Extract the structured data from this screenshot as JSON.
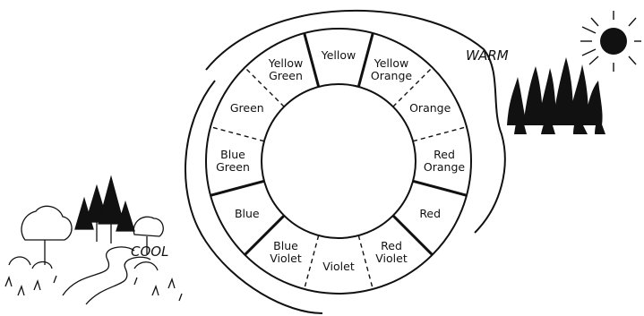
{
  "diagram": {
    "segments": [
      {
        "lines": [
          "Yellow"
        ],
        "boundary_after": "solid"
      },
      {
        "lines": [
          "Yellow",
          "Orange"
        ],
        "boundary_after": "dashed"
      },
      {
        "lines": [
          "Orange"
        ],
        "boundary_after": "dashed"
      },
      {
        "lines": [
          "Red",
          "Orange"
        ],
        "boundary_after": "solid"
      },
      {
        "lines": [
          "Red"
        ],
        "boundary_after": "solid"
      },
      {
        "lines": [
          "Red",
          "Violet"
        ],
        "boundary_after": "dashed"
      },
      {
        "lines": [
          "Violet"
        ],
        "boundary_after": "dashed"
      },
      {
        "lines": [
          "Blue",
          "Violet"
        ],
        "boundary_after": "solid"
      },
      {
        "lines": [
          "Blue"
        ],
        "boundary_after": "solid"
      },
      {
        "lines": [
          "Blue",
          "Green"
        ],
        "boundary_after": "dashed"
      },
      {
        "lines": [
          "Green"
        ],
        "boundary_after": "dashed"
      },
      {
        "lines": [
          "Yellow",
          "Green"
        ],
        "boundary_after": "solid"
      }
    ],
    "warm_label": "WARM",
    "cool_label": "COOL",
    "ink_color": "#111111",
    "background": "#ffffff"
  }
}
